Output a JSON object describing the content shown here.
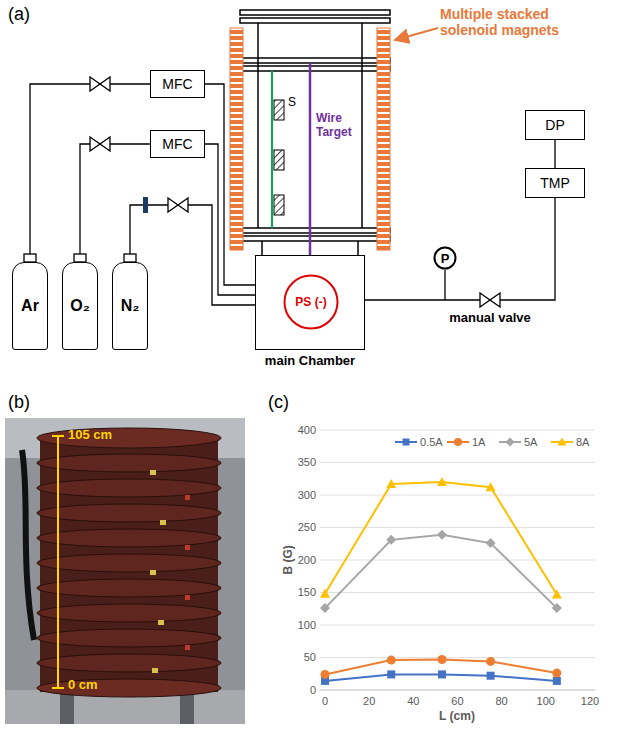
{
  "diagram": {
    "nodes": [
      {
        "text": [
          "Ar"
        ]
      },
      {
        "text": [
          "O₂"
        ]
      },
      {
        "text": [
          "N₂"
        ]
      },
      {
        "text": [
          "MFC"
        ]
      },
      {
        "text": [
          "MFC"
        ]
      },
      {
        "text": [
          "main Chamber"
        ]
      },
      {
        "text": [
          "PS (-)"
        ],
        "in": 5
      },
      {
        "text": [
          "P"
        ]
      },
      {
        "text": [
          "DP"
        ]
      },
      {
        "text": [
          "TMP"
        ]
      }
    ],
    "edges": [
      {
        "from": 0,
        "to": 3,
        "arrow": "none"
      },
      {
        "from": 1,
        "to": 4,
        "arrow": "none"
      },
      {
        "from": 3,
        "to": 5,
        "arrow": "none"
      },
      {
        "from": 4,
        "to": 5,
        "arrow": "none"
      },
      {
        "from": 2,
        "to": 5,
        "arrow": "none"
      },
      {
        "from": 5,
        "to": 9,
        "arrow": "none"
      },
      {
        "from": 9,
        "to": 8,
        "arrow": "none"
      }
    ],
    "labels": [
      "(a)",
      "Multiple stacked solenoid magnets",
      "S",
      "Wire Target",
      "manual valve",
      "(b)",
      "105 cm",
      "0 cm",
      "(c)",
      "400",
      "350",
      "300",
      "250",
      "200",
      "150",
      "100",
      "50",
      "0",
      "0",
      "20",
      "40",
      "60",
      "80",
      "100",
      "120",
      "B (G)",
      "L (cm)"
    ],
    "legend": [
      {
        "text": "0.5A",
        "color": "#4472C4"
      },
      {
        "text": "1A",
        "color": "#ED7D31"
      },
      {
        "text": "5A",
        "color": "#A5A5A5"
      },
      {
        "text": "8A",
        "color": "#FFC000"
      }
    ]
  }
}
